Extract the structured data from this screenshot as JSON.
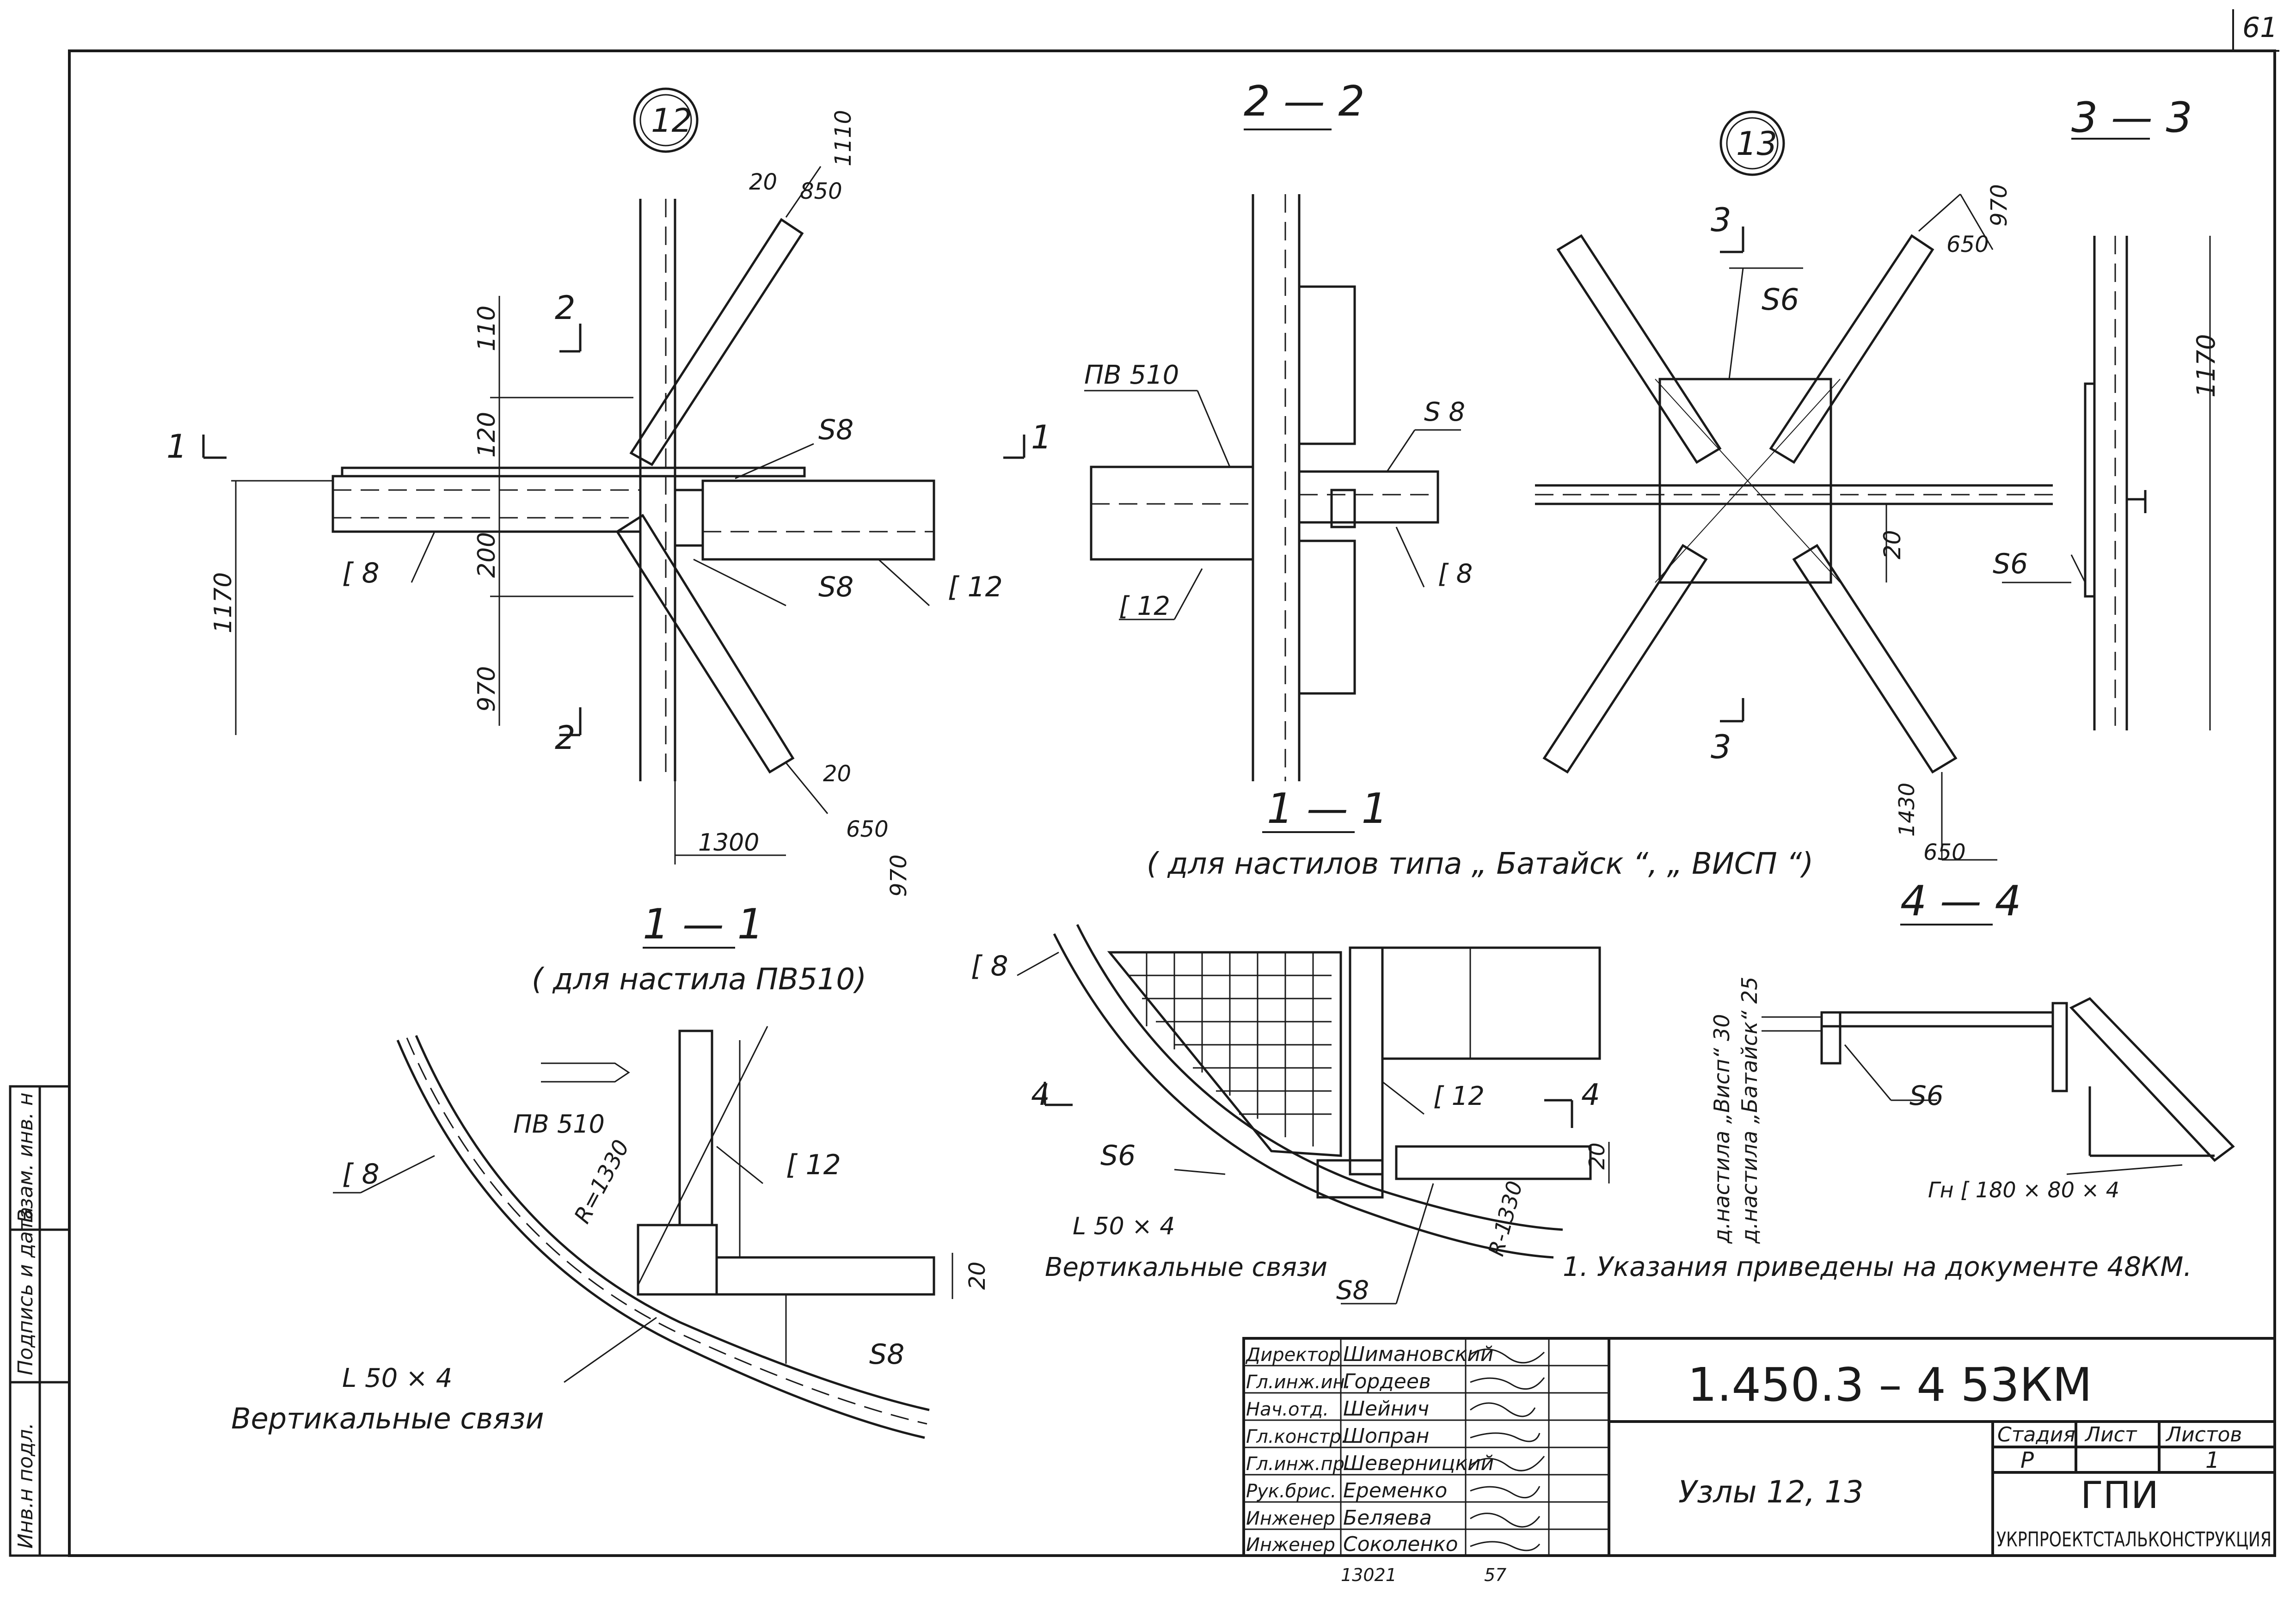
{
  "sheet": {
    "number": "61"
  },
  "node_12": {
    "marker": "12",
    "cut_2": "2",
    "cut_1": "1",
    "dims": {
      "d110": "110",
      "d120": "120",
      "d200": "200",
      "d970": "970",
      "d1170": "1170",
      "d1300": "1300"
    },
    "brace_top": {
      "d20": "20",
      "d850": "850",
      "d1110": "1110"
    },
    "brace_bot": {
      "d20": "20",
      "d650": "650",
      "d970": "970"
    },
    "labels": {
      "s8_top": "S8",
      "s8_bot": "S8",
      "c8": "[ 8",
      "c12": "[ 12"
    }
  },
  "section_2_2": {
    "title": "2 — 2",
    "labels": {
      "pv510": "ПВ 510",
      "s8": "S 8",
      "c12": "[ 12",
      "c8": "[ 8"
    }
  },
  "caption_1_1_a": {
    "title": "1 — 1",
    "subtitle": "( для  настилов  типа „ Батайск “, „ ВИСП “)"
  },
  "node_13": {
    "marker": "13",
    "cut_3": "3",
    "labels": {
      "s6": "S6"
    },
    "dims": {
      "d20": "20",
      "d650_top": "650",
      "d970_top": "970",
      "d1430": "1430",
      "d650_bot": "650"
    }
  },
  "section_3_3": {
    "title": "3 — 3",
    "labels": {
      "s6": "S6"
    },
    "dims": {
      "d1170": "1170"
    }
  },
  "caption_4_4": {
    "title": "4 — 4"
  },
  "section_1_1_b": {
    "title": "1 — 1",
    "subtitle": "( для   настила  ПВ510)",
    "labels": {
      "pv510": "ПВ 510",
      "r1330": "R=1330",
      "c8": "[ 8",
      "c12": "[ 12",
      "s8": "S8",
      "angle": "L 50 × 4",
      "vertical_braces": "Вертикальные  связи",
      "d20": "20"
    }
  },
  "section_4_4": {
    "labels": {
      "c8": "[ 8",
      "cut_4": "4",
      "c12": "[ 12",
      "s6": "S6",
      "r1330": "R-1330",
      "angle": "L 50 × 4",
      "vertical_braces": "Вертикальные  связи",
      "s8": "S8",
      "d20": "20"
    }
  },
  "section_deck": {
    "labels": {
      "visp": "д.настила „Висп“ 30",
      "batajsk": "д.настила „Батайск“ 25",
      "s6": "S6",
      "bent_channel": "Гн [ 180 × 80 × 4"
    }
  },
  "note": "1. Указания  приведены  на  документе 48КМ.",
  "title_block": {
    "doc_number": "1.450.3 – 4  53КМ",
    "title": "Узлы  12, 13",
    "stage_header": "Стадия",
    "sheet_header": "Лист",
    "sheets_header": "Листов",
    "stage": "Р",
    "sheet_val": "",
    "sheets_val": "1",
    "org_short": "ГПИ",
    "org_full": "УКРПРОЕКТСТАЛЬКОНСТРУКЦИЯ",
    "staff": [
      {
        "role": "Директор",
        "name": "Шимановский"
      },
      {
        "role": "Гл.инж.ин.",
        "name": "Гордеев"
      },
      {
        "role": "Нач.отд.",
        "name": "Шейнич"
      },
      {
        "role": "Гл.констр.",
        "name": "Шопран"
      },
      {
        "role": "Гл.инж.пр.",
        "name": "Шеверницкий"
      },
      {
        "role": "Рук.брис.",
        "name": "Еременко"
      },
      {
        "role": "Инженер",
        "name": "Беляева"
      },
      {
        "role": "Инженер",
        "name": "Соколенко"
      }
    ],
    "bottom_marks": {
      "left": "13021",
      "right": "57"
    }
  },
  "left_strip": {
    "cells": [
      "Инв.н подл.",
      "Подпись и дата",
      "Взам. инв. н"
    ]
  }
}
